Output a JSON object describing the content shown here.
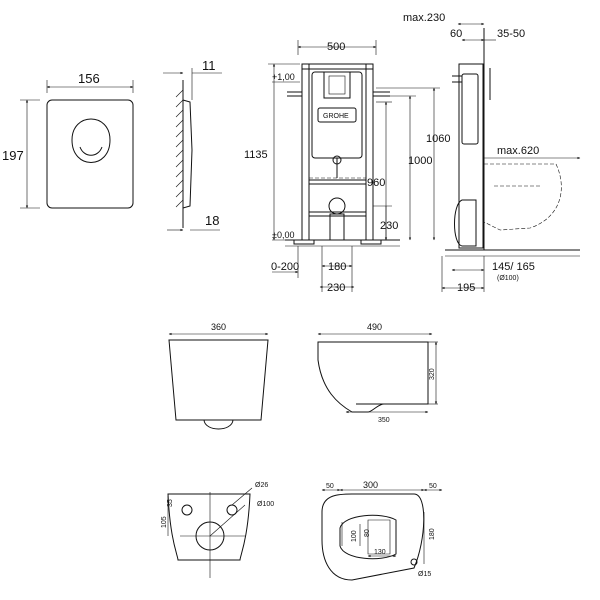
{
  "plate_front": {
    "width": "156",
    "height": "197"
  },
  "plate_side": {
    "depth_top": "11",
    "depth_bottom": "18"
  },
  "frame_front": {
    "width": "500",
    "total_height": "1135",
    "level_top": "+1,00",
    "level_bottom": "±0,00",
    "h1060": "1060",
    "h1000": "1000",
    "h960": "960",
    "h230": "230",
    "floor_range": "0-200",
    "w180": "180",
    "w230": "230",
    "brand": "GROHE"
  },
  "frame_side": {
    "max230": "max.230",
    "d60": "60",
    "d35_50": "35-50",
    "max620": "max.620",
    "d145_165": "145/ 165",
    "d100": "(Ø100)",
    "d195": "195"
  },
  "bowl_side": {
    "width": "360"
  },
  "bowl_profile": {
    "length": "490",
    "height": "320",
    "base": "350"
  },
  "bowl_rear": {
    "d26": "Ø26",
    "d100": "Ø100",
    "d105": "105",
    "d35": "35"
  },
  "bowl_top": {
    "left": "50",
    "mid": "300",
    "right": "50",
    "h100": "100",
    "h80": "80",
    "h180": "180",
    "w130": "130",
    "d15": "Ø15"
  }
}
